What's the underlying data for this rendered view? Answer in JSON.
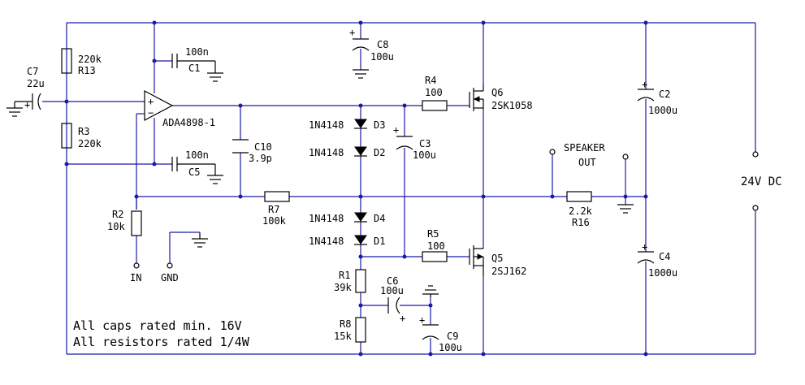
{
  "labels": {
    "c7": "C7",
    "c7v": "22u",
    "r13v": "220k",
    "r13": "R13",
    "r3": "R3",
    "r3v": "220k",
    "c1v": "100n",
    "c1": "C1",
    "c5v": "100n",
    "c5": "C5",
    "opamp": "ADA4898-1",
    "c8": "C8",
    "c8v": "100u",
    "c10": "C10",
    "c10v": "3.9p",
    "r2": "R2",
    "r2v": "10k",
    "in": "IN",
    "gnd": "GND",
    "r7": "R7",
    "r7v": "100k",
    "r4": "R4",
    "r4v": "100",
    "q6": "Q6",
    "q6v": "2SK1058",
    "d3n": "1N4148",
    "d3": "D3",
    "d2n": "1N4148",
    "d2": "D2",
    "d4n": "1N4148",
    "d4": "D4",
    "d1n": "1N4148",
    "d1": "D1",
    "c3": "C3",
    "c3v": "100u",
    "r5": "R5",
    "r5v": "100",
    "q5": "Q5",
    "q5v": "2SJ162",
    "r1": "R1",
    "r1v": "39k",
    "c6": "C6",
    "c6v": "100u",
    "r8": "R8",
    "r8v": "15k",
    "c9": "C9",
    "c9v": "100u",
    "speaker1": "SPEAKER",
    "speaker2": "OUT",
    "r16v": "2.2k",
    "r16": "R16",
    "c2": "C2",
    "c2v": "1000u",
    "c4": "C4",
    "c4v": "1000u",
    "supply": "24V DC",
    "note1": "All caps rated min. 16V",
    "note2": "All resistors rated 1/4W",
    "plus": "+",
    "minus": "−"
  }
}
